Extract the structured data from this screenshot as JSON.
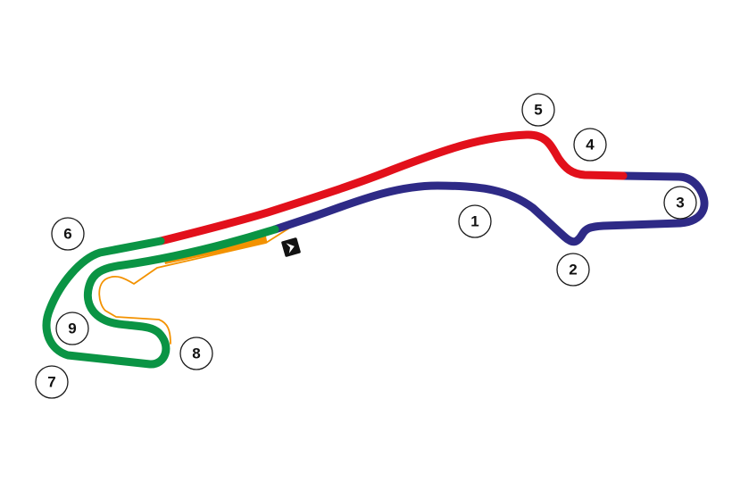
{
  "colors": {
    "sector_1": "#2e2a86",
    "sector_2": "#e2101b",
    "sector_3": "#0a9444",
    "pit": "#f39200",
    "marker": "#111111"
  },
  "sectors": [
    {
      "id": "sector-1",
      "color_key": "sector_1"
    },
    {
      "id": "sector-2",
      "color_key": "sector_2"
    },
    {
      "id": "sector-3",
      "color_key": "sector_3"
    }
  ],
  "icons": {
    "start_finish": "start-finish-chevron-icon"
  },
  "turns": [
    {
      "id": "turn-1",
      "label": "1"
    },
    {
      "id": "turn-2",
      "label": "2"
    },
    {
      "id": "turn-3",
      "label": "3"
    },
    {
      "id": "turn-4",
      "label": "4"
    },
    {
      "id": "turn-5",
      "label": "5"
    },
    {
      "id": "turn-6",
      "label": "6"
    },
    {
      "id": "turn-7",
      "label": "7"
    },
    {
      "id": "turn-8",
      "label": "8"
    },
    {
      "id": "turn-9",
      "label": "9"
    }
  ]
}
